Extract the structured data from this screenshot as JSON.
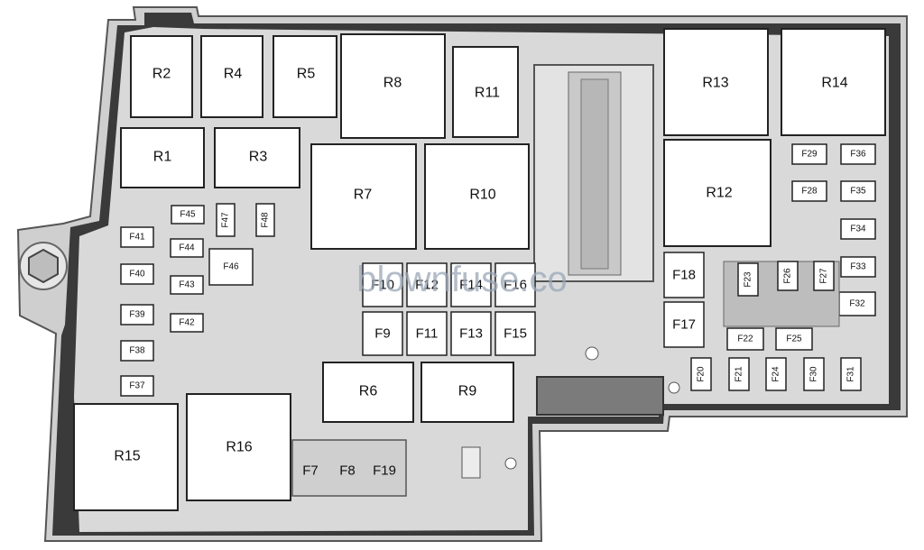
{
  "diagram": {
    "watermark": "blownfuse.co",
    "relays": {
      "R1": "R1",
      "R2": "R2",
      "R3": "R3",
      "R4": "R4",
      "R5": "R5",
      "R6": "R6",
      "R7": "R7",
      "R8": "R8",
      "R9": "R9",
      "R10": "R10",
      "R11": "R11",
      "R12": "R12",
      "R13": "R13",
      "R14": "R14",
      "R15": "R15",
      "R16": "R16"
    },
    "fuses": {
      "F7": "F7",
      "F8": "F8",
      "F9": "F9",
      "F10": "F10",
      "F11": "F11",
      "F12": "F12",
      "F13": "F13",
      "F14": "F14",
      "F15": "F15",
      "F16": "F16",
      "F17": "F17",
      "F18": "F18",
      "F19": "F19",
      "F20": "F20",
      "F21": "F21",
      "F22": "F22",
      "F23": "F23",
      "F24": "F24",
      "F25": "F25",
      "F26": "F26",
      "F27": "F27",
      "F28": "F28",
      "F29": "F29",
      "F30": "F30",
      "F31": "F31",
      "F32": "F32",
      "F33": "F33",
      "F34": "F34",
      "F35": "F35",
      "F36": "F36",
      "F37": "F37",
      "F38": "F38",
      "F39": "F39",
      "F40": "F40",
      "F41": "F41",
      "F42": "F42",
      "F43": "F43",
      "F44": "F44",
      "F45": "F45",
      "F46": "F46",
      "F47": "F47",
      "F48": "F48"
    }
  }
}
